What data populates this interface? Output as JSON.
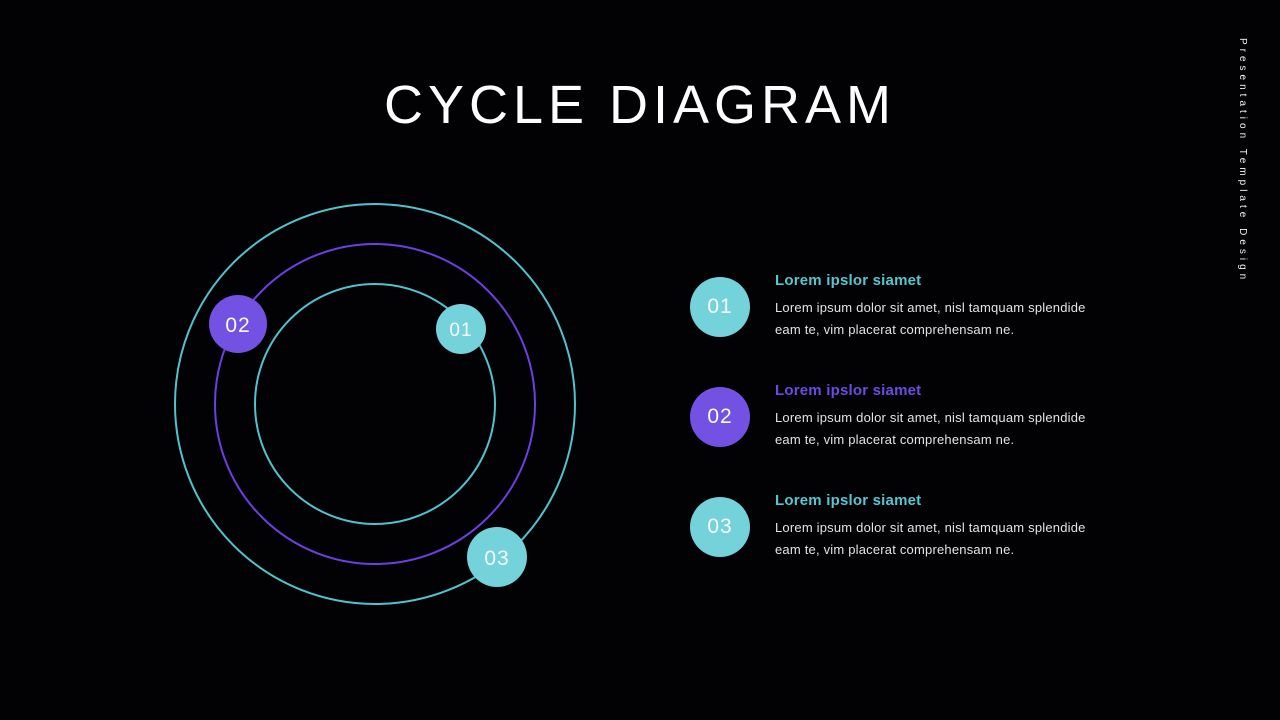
{
  "slide": {
    "title": "CYCLE DIAGRAM",
    "side_text": "Presentation Template Design",
    "background_color": "#020204",
    "title_color": "#fdfdfd"
  },
  "diagram": {
    "rings": [
      {
        "name": "outer-ring",
        "color": "#4FC4CE"
      },
      {
        "name": "middle-ring",
        "color": "#6B3FE4"
      },
      {
        "name": "inner-ring",
        "color": "#4FC4CE"
      }
    ],
    "badges": [
      {
        "label": "01",
        "color": "#74D2DB"
      },
      {
        "label": "02",
        "color": "#7351E2"
      },
      {
        "label": "03",
        "color": "#74D2DB"
      }
    ]
  },
  "items": [
    {
      "number": "01",
      "badge_color": "#74D2DB",
      "accent_color": "#56C7D1",
      "heading": "Lorem ipslor siamet",
      "body": "Lorem ipsum dolor sit amet, nisl tamquam splendide eam te, vim placerat comprehensam ne."
    },
    {
      "number": "02",
      "badge_color": "#7351E2",
      "accent_color": "#6C4BE3",
      "heading": "Lorem ipslor siamet",
      "body": "Lorem ipsum dolor sit amet, nisl tamquam splendide eam te, vim placerat comprehensam ne."
    },
    {
      "number": "03",
      "badge_color": "#74D2DB",
      "accent_color": "#56C7D1",
      "heading": "Lorem ipslor siamet",
      "body": "Lorem ipsum dolor sit amet, nisl tamquam splendide eam te, vim placerat comprehensam ne."
    }
  ]
}
